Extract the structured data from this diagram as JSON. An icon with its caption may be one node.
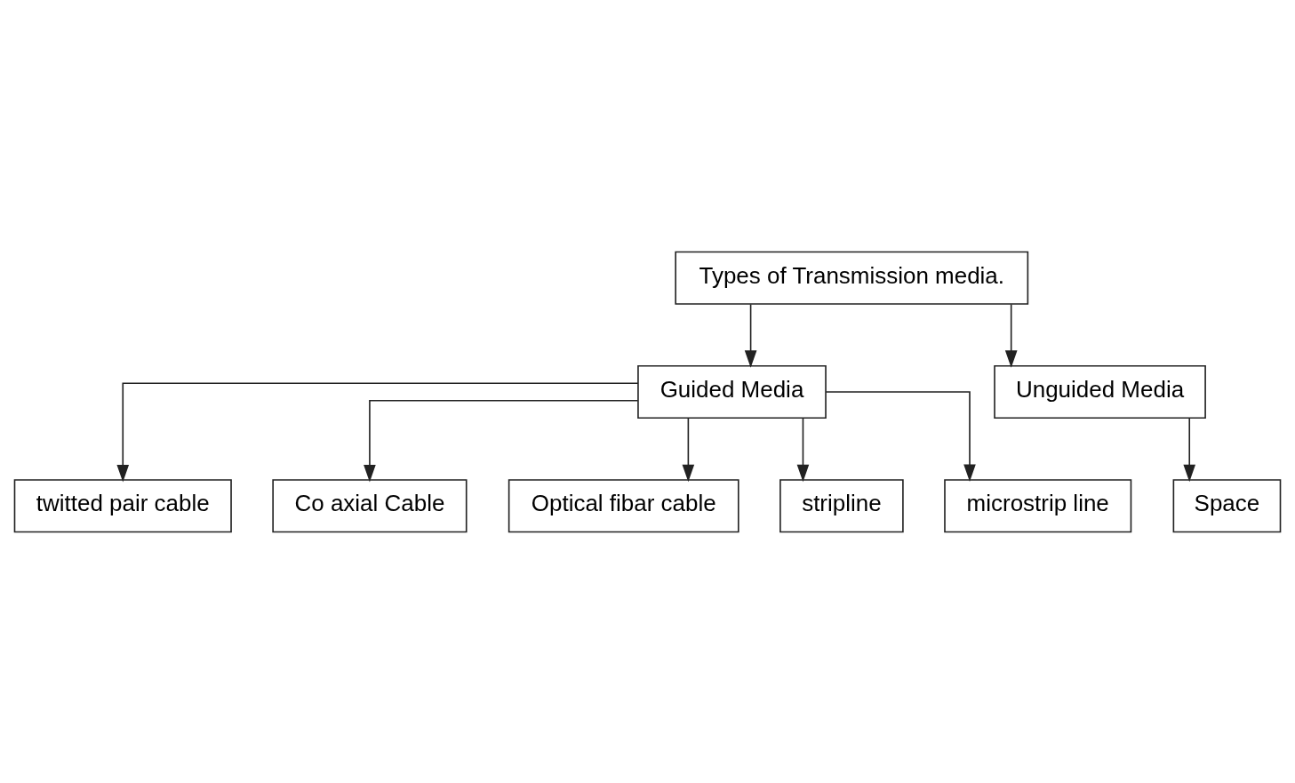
{
  "diagram": {
    "nodes": [
      {
        "text": [
          "Types of Transmission media."
        ]
      },
      {
        "text": [
          "Guided Media"
        ]
      },
      {
        "text": [
          "Unguided Media"
        ]
      },
      {
        "text": [
          "twitted pair cable"
        ]
      },
      {
        "text": [
          "Co axial Cable"
        ]
      },
      {
        "text": [
          "Optical fibar cable"
        ]
      },
      {
        "text": [
          "stripline"
        ]
      },
      {
        "text": [
          "microstrip line"
        ]
      },
      {
        "text": [
          "Space"
        ]
      }
    ],
    "edges": [
      {
        "from": 0,
        "to": 1,
        "arrow": "to"
      },
      {
        "from": 0,
        "to": 2,
        "arrow": "to"
      },
      {
        "from": 1,
        "to": 3,
        "arrow": "to"
      },
      {
        "from": 1,
        "to": 4,
        "arrow": "to"
      },
      {
        "from": 1,
        "to": 5,
        "arrow": "to"
      },
      {
        "from": 1,
        "to": 6,
        "arrow": "to"
      },
      {
        "from": 1,
        "to": 7,
        "arrow": "to"
      },
      {
        "from": 2,
        "to": 8,
        "arrow": "to"
      }
    ]
  }
}
